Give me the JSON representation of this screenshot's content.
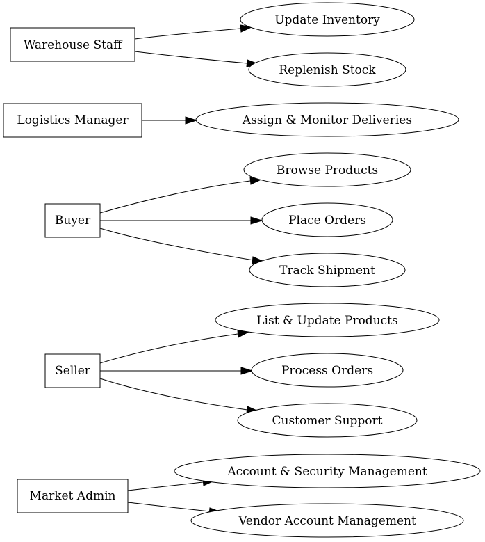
{
  "actors": [
    {
      "id": "warehouse",
      "label": "Warehouse Staff"
    },
    {
      "id": "logistics",
      "label": "Logistics Manager"
    },
    {
      "id": "buyer",
      "label": "Buyer"
    },
    {
      "id": "seller",
      "label": "Seller"
    },
    {
      "id": "admin",
      "label": "Market Admin"
    }
  ],
  "use_cases": [
    {
      "id": "update-inventory",
      "label": "Update Inventory"
    },
    {
      "id": "replenish-stock",
      "label": "Replenish Stock"
    },
    {
      "id": "assign-deliveries",
      "label": "Assign & Monitor Deliveries"
    },
    {
      "id": "browse-products",
      "label": "Browse Products"
    },
    {
      "id": "place-orders",
      "label": "Place Orders"
    },
    {
      "id": "track-shipment",
      "label": "Track Shipment"
    },
    {
      "id": "list-products",
      "label": "List & Update Products"
    },
    {
      "id": "process-orders",
      "label": "Process Orders"
    },
    {
      "id": "customer-support",
      "label": "Customer Support"
    },
    {
      "id": "account-security",
      "label": "Account & Security Management"
    },
    {
      "id": "vendor-account",
      "label": "Vendor Account Management"
    }
  ],
  "edges": [
    {
      "from": "warehouse",
      "to": "update-inventory"
    },
    {
      "from": "warehouse",
      "to": "replenish-stock"
    },
    {
      "from": "logistics",
      "to": "assign-deliveries"
    },
    {
      "from": "buyer",
      "to": "browse-products"
    },
    {
      "from": "buyer",
      "to": "place-orders"
    },
    {
      "from": "buyer",
      "to": "track-shipment"
    },
    {
      "from": "seller",
      "to": "list-products"
    },
    {
      "from": "seller",
      "to": "process-orders"
    },
    {
      "from": "seller",
      "to": "customer-support"
    },
    {
      "from": "admin",
      "to": "account-security"
    },
    {
      "from": "admin",
      "to": "vendor-account"
    }
  ]
}
